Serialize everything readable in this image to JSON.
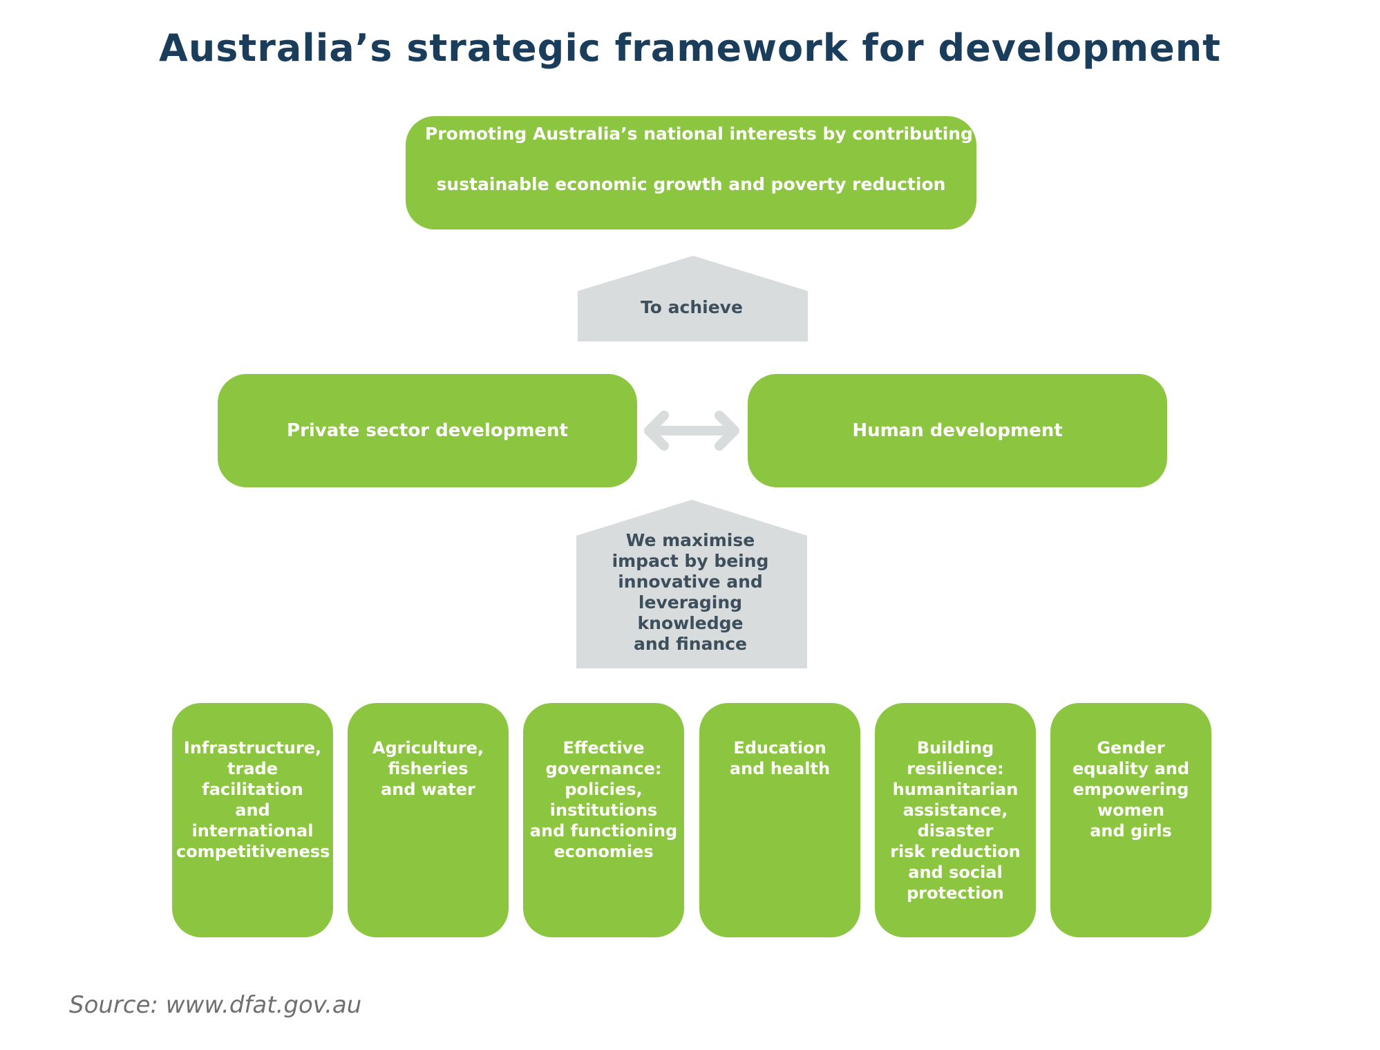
{
  "title": "Australia’s strategic framework for development",
  "goal": {
    "line1": "Promoting Australia’s national interests by contributing to",
    "line2": "sustainable economic growth and poverty reduction"
  },
  "connector_achieve": "To achieve",
  "pillars": {
    "left": "Private sector development",
    "right": "Human development"
  },
  "connector_maximise": "We maximise\nimpact by being\ninnovative and\nleveraging\nknowledge\nand finance",
  "areas": [
    "Infrastructure,\ntrade facilitation\nand international\ncompetitiveness",
    "Agriculture,\nfisheries\nand water",
    "Effective\ngovernance:\npolicies,\ninstitutions\nand functioning\neconomies",
    "Education\nand health",
    "Building\nresilience:\nhumanitarian\nassistance,\ndisaster\nrisk reduction\nand social\nprotection",
    "Gender\nequality and\nempowering\nwomen\nand girls"
  ],
  "source": "Source: www.dfat.gov.au",
  "colors": {
    "green": "#8cc540",
    "grey": "#d8dcdc",
    "title": "#1b3d5c",
    "label": "#3d4f5c"
  }
}
